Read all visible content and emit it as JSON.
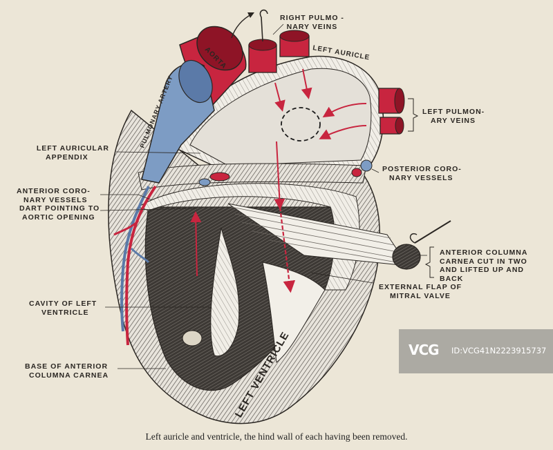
{
  "labels": {
    "right_pulmonary_veins": [
      "RIGHT PULMO -",
      "NARY VEINS"
    ],
    "left_auricle": "LEFT AURICLE",
    "aorta": "AORTA",
    "pulmonary_artery": "PULMONARY ARTERY",
    "left_pulmonary_veins": [
      "LEFT PULMON-",
      "ARY VEINS"
    ],
    "left_auricular_appendix": [
      "LEFT AURICULAR",
      "APPENDIX"
    ],
    "posterior_coronary_vessels": [
      "POSTERIOR CORO-",
      "NARY VESSELS"
    ],
    "anterior_coronary_vessels": [
      "ANTERIOR CORO-",
      "NARY VESSELS"
    ],
    "dart_pointing": [
      "DART POINTING TO",
      "AORTIC OPENING"
    ],
    "anterior_columna_carnea": [
      "ANTERIOR COLUMNA",
      "CARNEA CUT IN TWO",
      "AND LIFTED UP AND",
      "BACK"
    ],
    "external_flap": [
      "EXTERNAL FLAP OF",
      "MITRAL VALVE"
    ],
    "cavity_left_ventricle": [
      "CAVITY OF LEFT",
      "VENTRICLE"
    ],
    "base_anterior_columna": [
      "BASE OF ANTERIOR",
      "COLUMNA CARNEA"
    ],
    "left_ventricle": "LEFT VENTRICLE"
  },
  "caption": "Left auricle and ventricle, the hind wall of each having been removed.",
  "watermark": {
    "logo": "VCG",
    "id": "ID:VCG41N2223915737"
  },
  "colors": {
    "paper": "#ece6d7",
    "artery_red": "#c8253f",
    "vein_blue": "#7d9cc4",
    "ink": "#2a2622"
  }
}
